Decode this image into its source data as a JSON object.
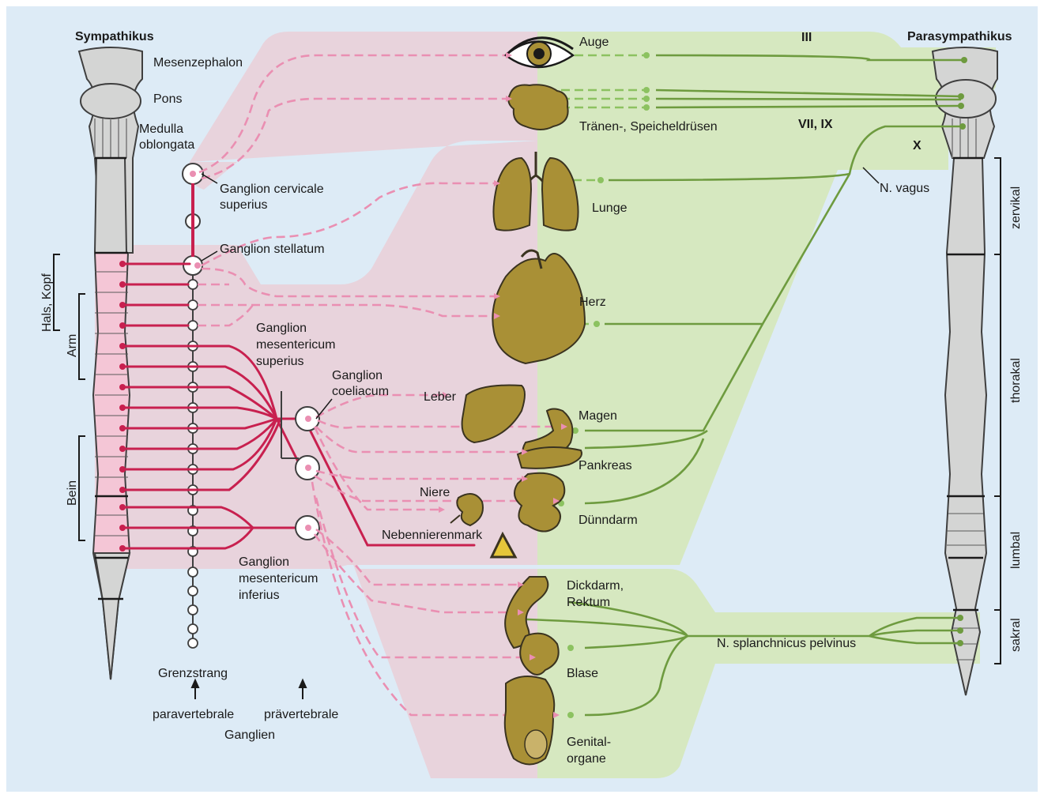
{
  "header": {
    "left_title": "Sympathikus",
    "right_title": "Parasympathikus"
  },
  "brain": {
    "mesencephalon": "Mesenzephalon",
    "pons": "Pons",
    "medulla_line1": "Medulla",
    "medulla_line2": "oblongata"
  },
  "ganglia": {
    "cervicale_line1": "Ganglion cervicale",
    "cervicale_line2": "superius",
    "stellatum": "Ganglion stellatum",
    "mes_sup_line1": "Ganglion",
    "mes_sup_line2": "mesentericum",
    "mes_sup_line3": "superius",
    "coeliacum_line1": "Ganglion",
    "coeliacum_line2": "coeliacum",
    "mes_inf_line1": "Ganglion",
    "mes_inf_line2": "mesentericum",
    "mes_inf_line3": "inferius"
  },
  "organs": {
    "auge": "Auge",
    "druesen": "Tränen-, Speicheldrüsen",
    "lunge": "Lunge",
    "herz": "Herz",
    "leber": "Leber",
    "magen": "Magen",
    "pankreas": "Pankreas",
    "niere": "Niere",
    "duenndarm": "Dünndarm",
    "nebenniere": "Nebennierenmark",
    "dickdarm_line1": "Dickdarm,",
    "dickdarm_line2": "Rektum",
    "blase": "Blase",
    "genital_line1": "Genital-",
    "genital_line2": "organe"
  },
  "nerves": {
    "cn3": "III",
    "cn7_9": "VII, IX",
    "cn10": "X",
    "vagus": "N. vagus",
    "pelvinus": "N. splanchnicus pelvinus"
  },
  "segments_left": {
    "hals_kopf": "Hals, Kopf",
    "arm": "Arm",
    "bein": "Bein"
  },
  "segments_right": {
    "zervikal": "zervikal",
    "thorakal": "thorakal",
    "lumbal": "lumbal",
    "sakral": "sakral"
  },
  "bottom": {
    "grenzstrang": "Grenzstrang",
    "paravertebrale": "paravertebrale",
    "praevertebrale": "prävertebrale",
    "ganglien": "Ganglien"
  },
  "colors": {
    "background": "#ddebf6",
    "sympathetic_zone": "#e8d3dc",
    "parasympathetic_zone": "#d6e8c0",
    "sympathetic_fiber": "#c8204f",
    "sympathetic_postganglionic": "#ea8fb2",
    "parasympathetic_fiber": "#6e9b3f",
    "parasympathetic_postganglionic": "#8cc260",
    "organ_fill": "#a99036"
  }
}
